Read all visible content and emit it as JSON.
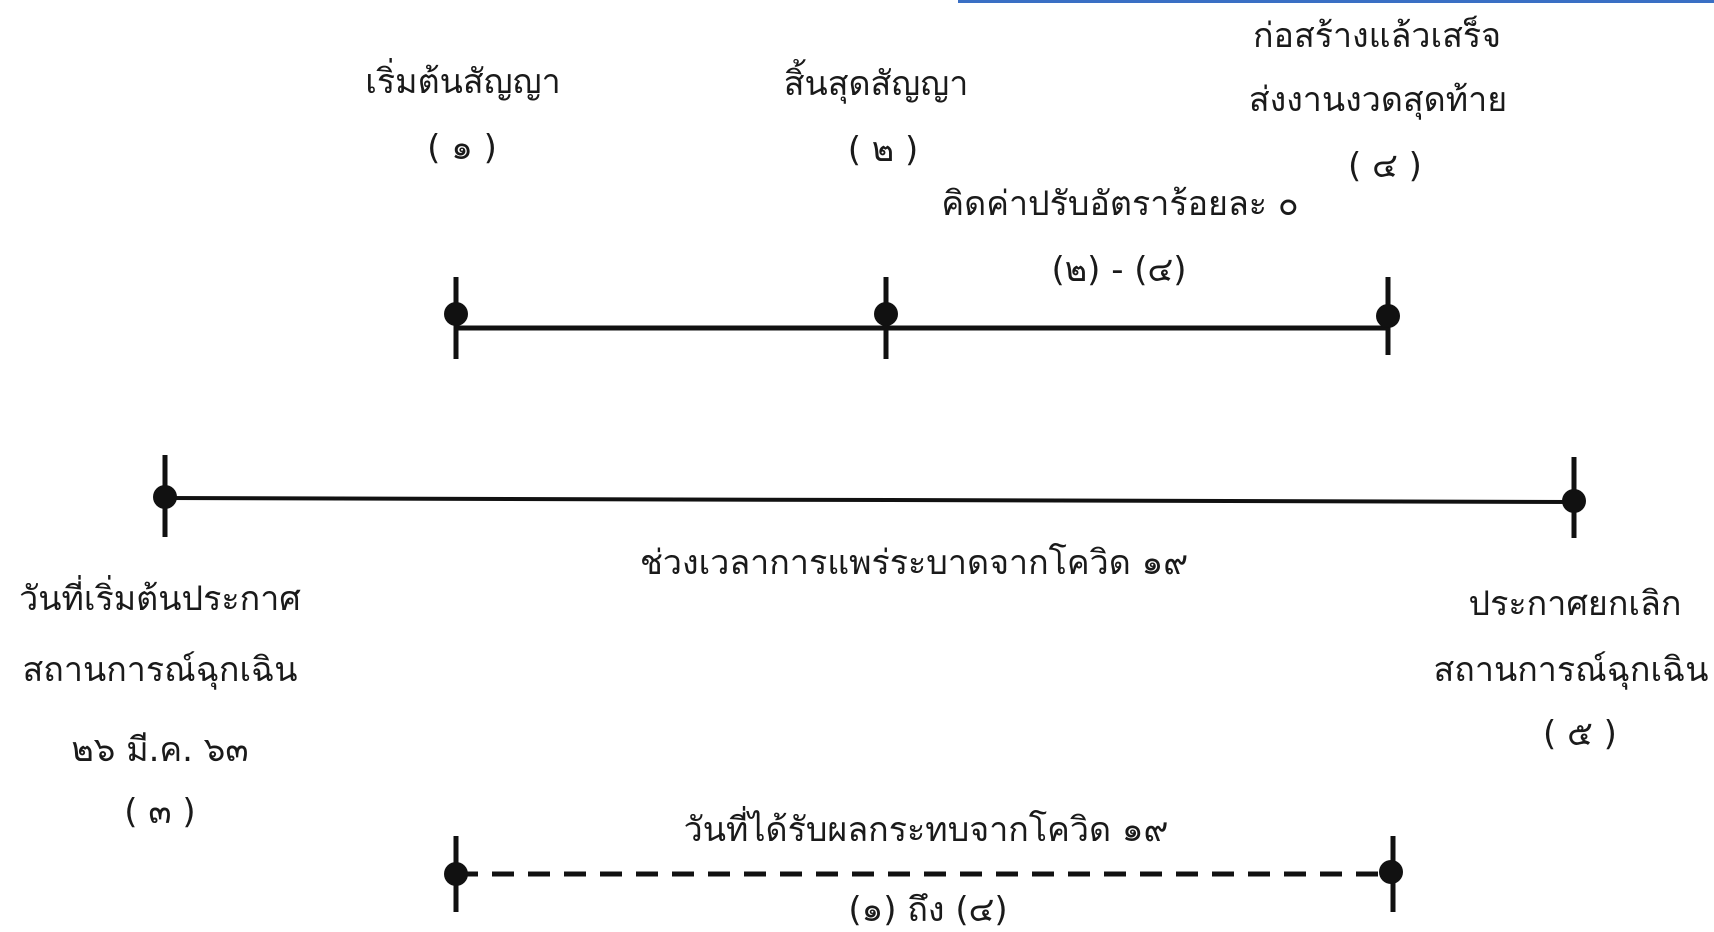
{
  "top_timeline": {
    "start_label": "เริ่มต้นสัญญา",
    "start_num": "( ๑ )",
    "end_label": "สิ้นสุดสัญญา",
    "end_num": "( ๒ )",
    "complete_label_1": "ก่อสร้างแล้วเสร็จ",
    "complete_label_2": "ส่งงานงวดสุดท้าย",
    "complete_num": "( ๔ )",
    "penalty_label": "คิดค่าปรับอัตราร้อยละ ๐",
    "penalty_range": "(๒) - (๔)"
  },
  "middle_timeline": {
    "period_label": "ช่วงเวลาการแพร่ระบาดจากโควิด ๑๙",
    "start_label_1": "วันที่เริ่มต้นประกาศ",
    "start_label_2": "สถานการณ์ฉุกเฉิน",
    "start_date": "๒๖ มี.ค. ๖๓",
    "start_num": "( ๓ )",
    "end_label_1": "ประกาศยกเลิก",
    "end_label_2": "สถานการณ์ฉุกเฉิน",
    "end_num": "( ๕ )"
  },
  "bottom_timeline": {
    "affected_label": "วันที่ได้รับผลกระทบจากโควิด ๑๙",
    "affected_range": "(๑) ถึง  (๔)"
  }
}
